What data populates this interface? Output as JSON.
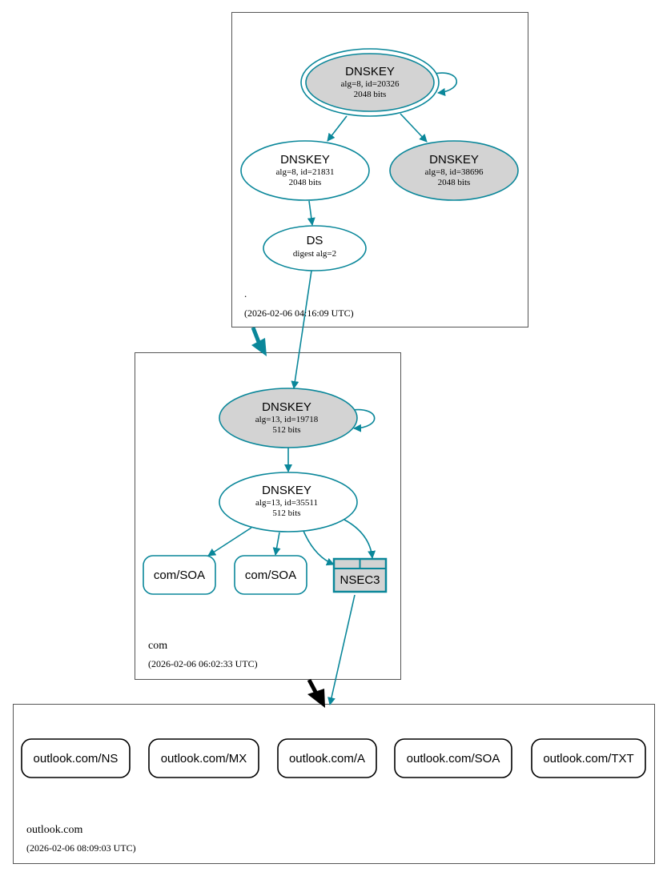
{
  "colors": {
    "edge": "#0a879a",
    "fill_gray": "#d3d3d3",
    "fill_white": "#ffffff",
    "box": "#555555",
    "text": "#000000"
  },
  "zones": {
    "root": {
      "name": ".",
      "timestamp": "(2026-02-06 04:16:09 UTC)"
    },
    "com": {
      "name": "com",
      "timestamp": "(2026-02-06 06:02:33 UTC)"
    },
    "outlook": {
      "name": "outlook.com",
      "timestamp": "(2026-02-06 08:09:03 UTC)"
    }
  },
  "nodes": {
    "root_ksk": {
      "title": "DNSKEY",
      "line1": "alg=8, id=20326",
      "line2": "2048 bits"
    },
    "root_zsk": {
      "title": "DNSKEY",
      "line1": "alg=8, id=21831",
      "line2": "2048 bits"
    },
    "root_key3": {
      "title": "DNSKEY",
      "line1": "alg=8, id=38696",
      "line2": "2048 bits"
    },
    "com_ds": {
      "title": "DS",
      "line1": "digest alg=2"
    },
    "com_ksk": {
      "title": "DNSKEY",
      "line1": "alg=13, id=19718",
      "line2": "512 bits"
    },
    "com_zsk": {
      "title": "DNSKEY",
      "line1": "alg=13, id=35511",
      "line2": "512 bits"
    },
    "com_soa1": {
      "label": "com/SOA"
    },
    "com_soa2": {
      "label": "com/SOA"
    },
    "com_nsec3": {
      "label": "NSEC3"
    },
    "rr_ns": {
      "label": "outlook.com/NS"
    },
    "rr_mx": {
      "label": "outlook.com/MX"
    },
    "rr_a": {
      "label": "outlook.com/A"
    },
    "rr_soa": {
      "label": "outlook.com/SOA"
    },
    "rr_txt": {
      "label": "outlook.com/TXT"
    }
  }
}
